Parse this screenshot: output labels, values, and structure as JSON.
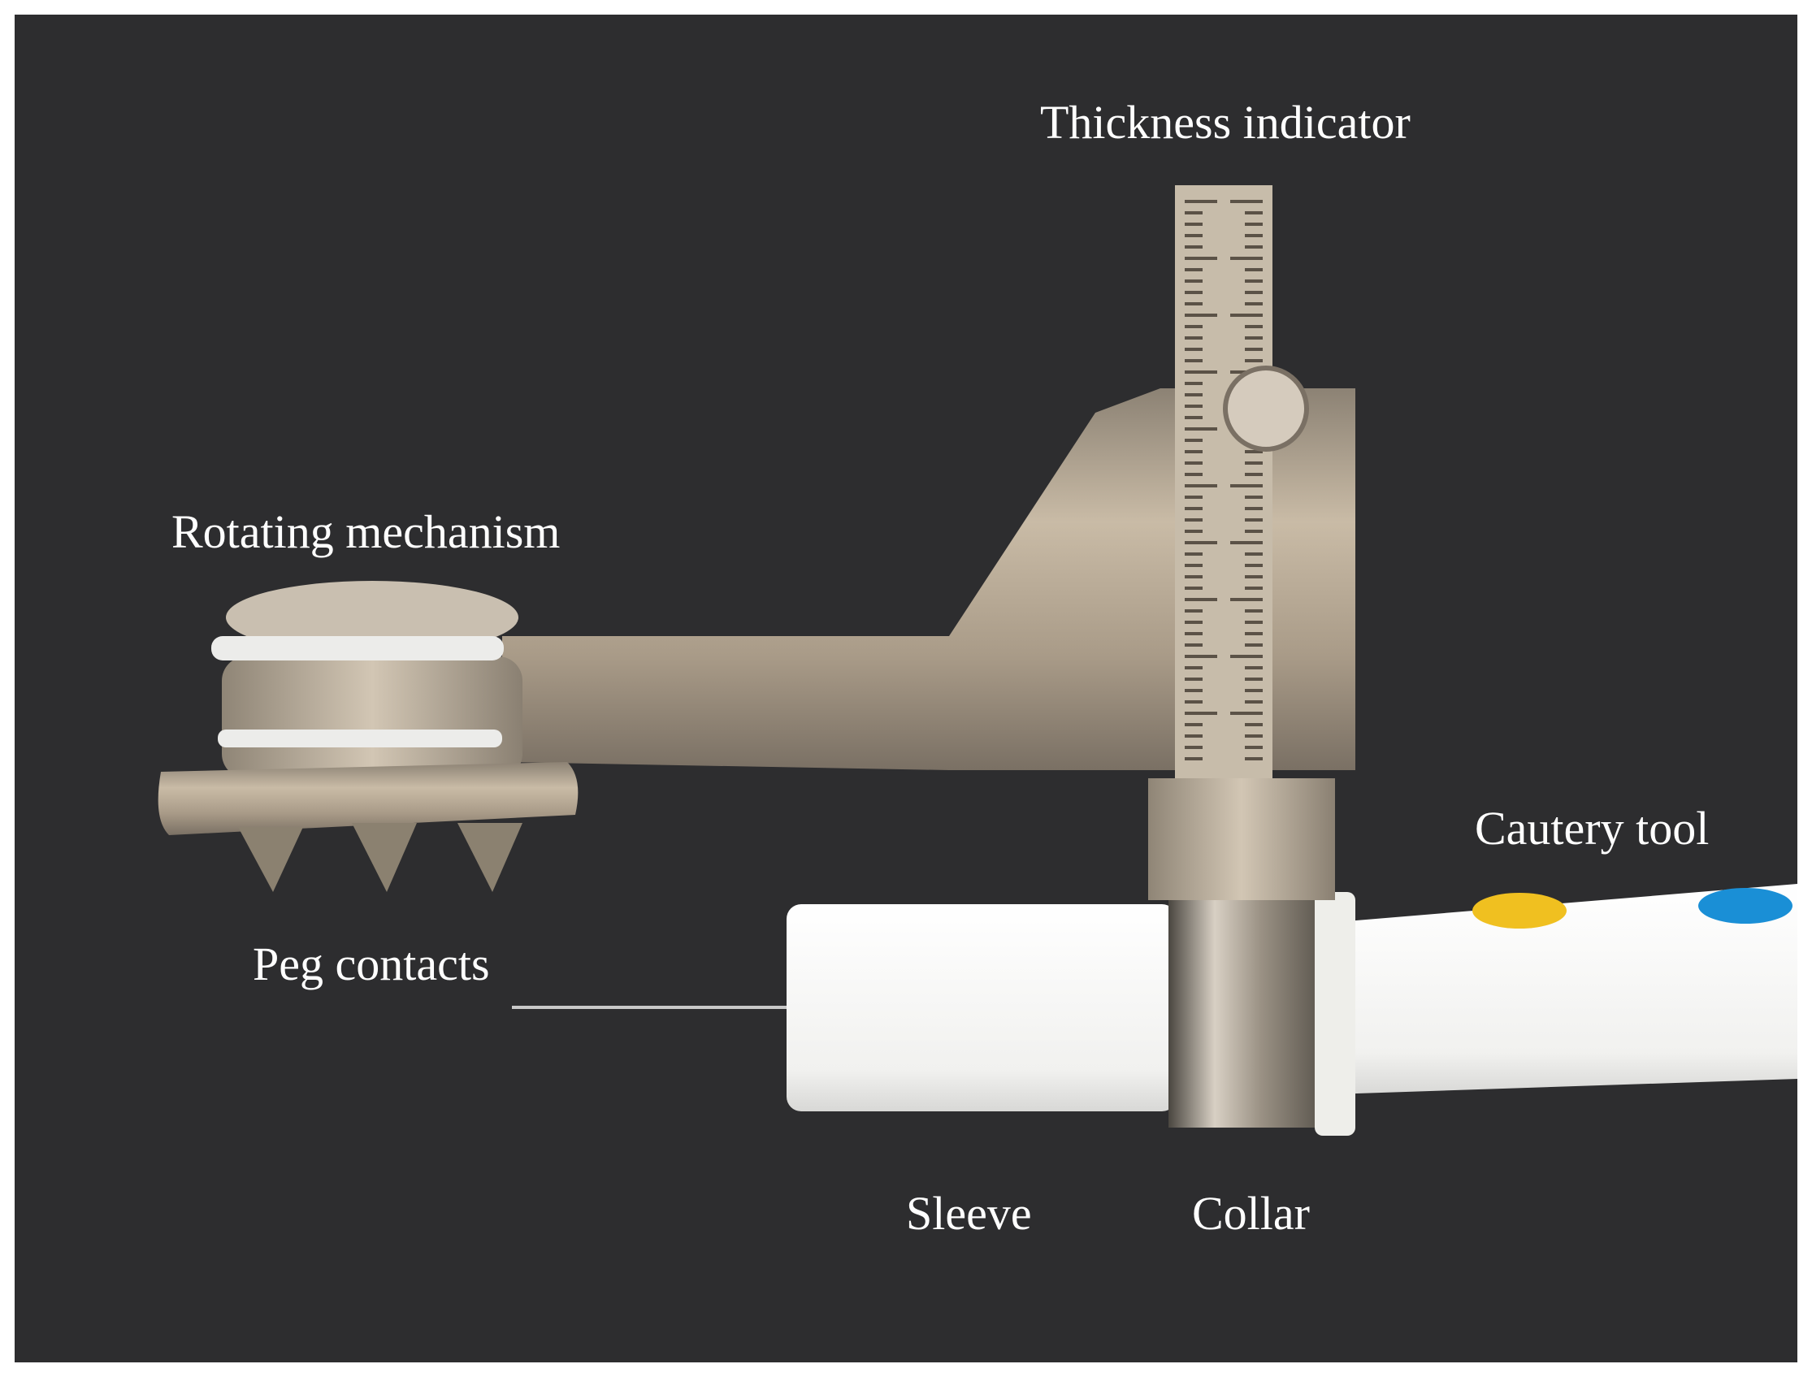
{
  "figure": {
    "labels": {
      "thickness_indicator": "Thickness indicator",
      "rotating_mechanism": "Rotating mechanism",
      "peg_contacts": "Peg contacts",
      "cautery_tool": "Cautery tool",
      "sleeve": "Sleeve",
      "collar": "Collar"
    },
    "colors": {
      "background": "#2d2d2f",
      "label_text": "#ffffff",
      "metal": "#b8aa98",
      "sleeve": "#f4f4f2",
      "button_yellow": "#f0c020",
      "button_blue": "#1a8fd6"
    }
  }
}
